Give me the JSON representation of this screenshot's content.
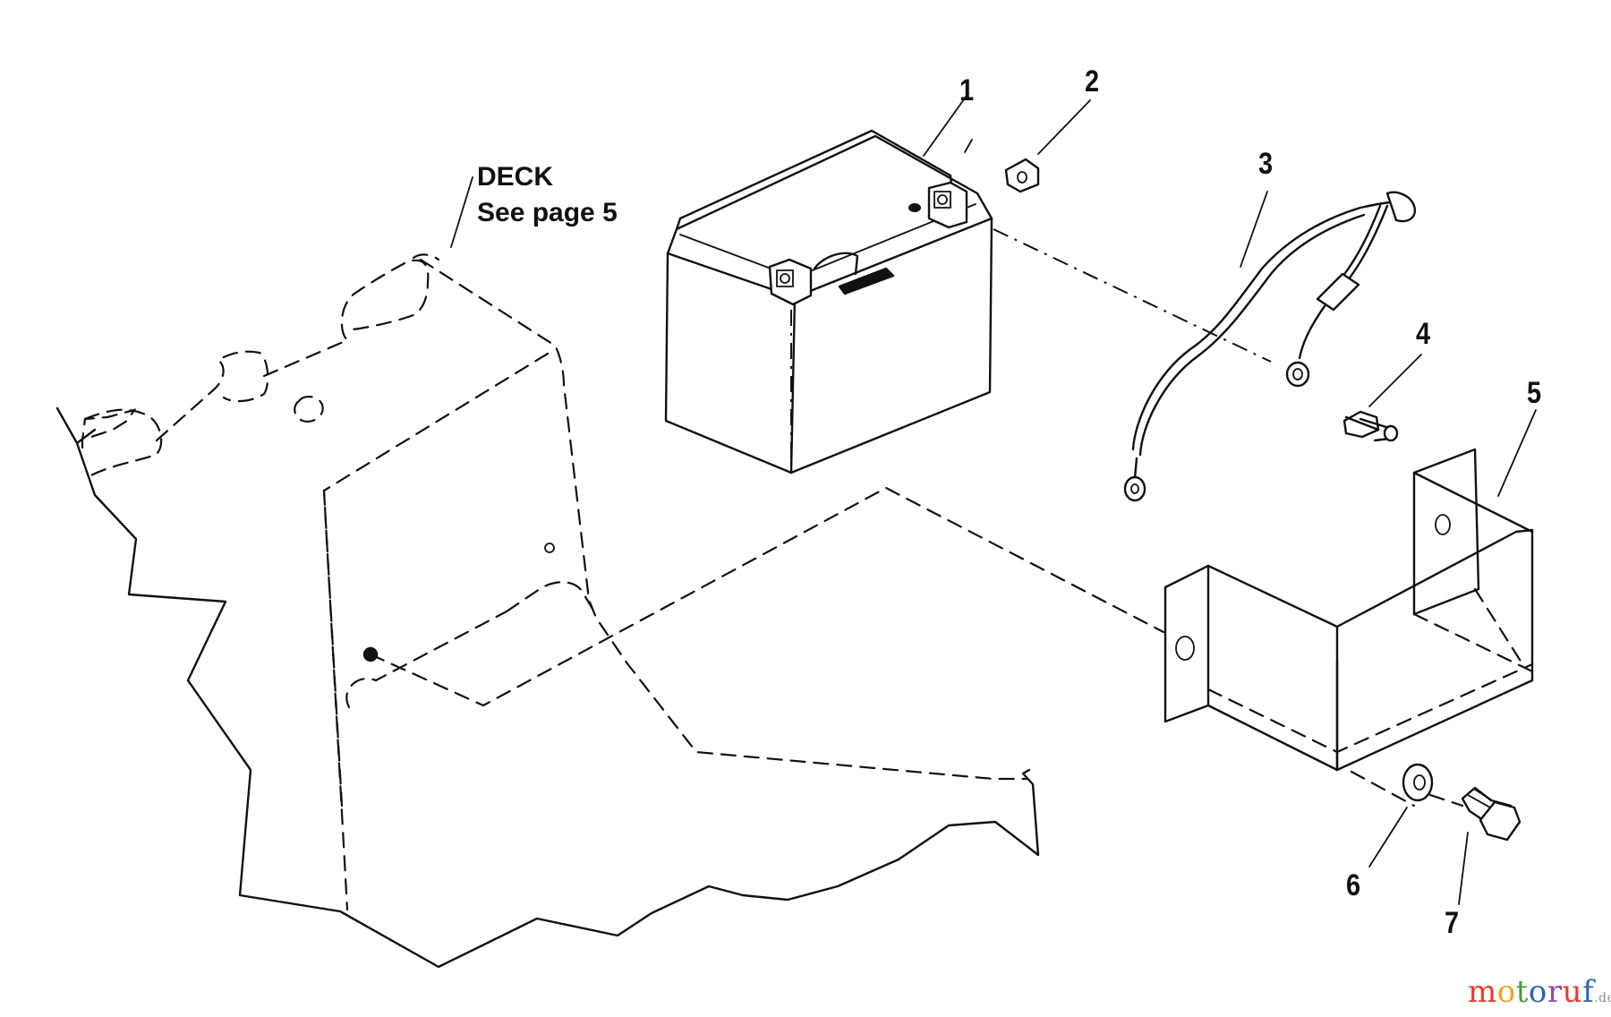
{
  "deck_label": {
    "line1": "DECK",
    "line2": "See page 5"
  },
  "callouts": [
    "1",
    "2",
    "3",
    "4",
    "5",
    "6",
    "7"
  ],
  "watermark": {
    "text": "motoruf",
    "tld": ".de",
    "colors": [
      "#e63a2e",
      "#f2a01e",
      "#4a9a3c",
      "#2e63b5",
      "#8e4ba8",
      "#e63a2e",
      "#2e63b5"
    ]
  }
}
